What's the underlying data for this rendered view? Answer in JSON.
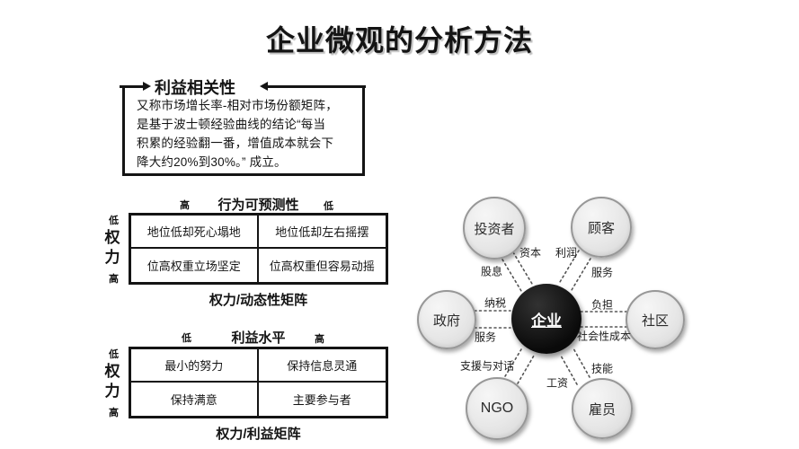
{
  "slide": {
    "title": "企业微观的分析方法"
  },
  "info_box": {
    "title": "利益相关性",
    "body": "又称市场增长率-相对市场份额矩阵，\n是基于波士顿经验曲线的结论“每当\n积累的经验翻一番，增值成本就会下\n降大约20%到30%。” 成立。"
  },
  "matrices": [
    {
      "top_axis": {
        "left_label": "高",
        "title": "行为可预测性",
        "right_label": "低"
      },
      "left_axis": {
        "top_label": "低",
        "title": "权力",
        "bottom_label": "高"
      },
      "cells": [
        [
          "地位低却死心塌地",
          "地位低却左右摇摆"
        ],
        [
          "位高权重立场坚定",
          "位高权重但容易动摇"
        ]
      ],
      "caption": "权力/动态性矩阵"
    },
    {
      "top_axis": {
        "left_label": "低",
        "title": "利益水平",
        "right_label": "高"
      },
      "left_axis": {
        "top_label": "低",
        "title": "权力",
        "bottom_label": "高"
      },
      "cells": [
        [
          "最小的努力",
          "保持信息灵通"
        ],
        [
          "保持满意",
          "主要参与者"
        ]
      ],
      "caption": "权力/利益矩阵"
    }
  ],
  "stakeholder_map": {
    "center": {
      "label": "企业"
    },
    "nodes": {
      "investors": "投资者",
      "customers": "顾客",
      "government": "政府",
      "community": "社区",
      "ngo": "NGO",
      "employees": "雇员"
    },
    "flows": {
      "capital": "资本",
      "profit": "利润",
      "dividend": "股息",
      "service_to_customer": "服务",
      "tax": "纳税",
      "burden": "负担",
      "service_to_government": "服务",
      "social_cost": "社会性成本",
      "support_and_dialogue": "支援与对话",
      "skills": "技能",
      "wages": "工资"
    }
  },
  "colors": {
    "background": "#ffffff",
    "ink": "#141414",
    "node_fill": "#e7e7e7",
    "node_border": "#979797",
    "center_fill": "#0a0a0a",
    "center_text": "#ffffff",
    "connector": "#555555"
  }
}
